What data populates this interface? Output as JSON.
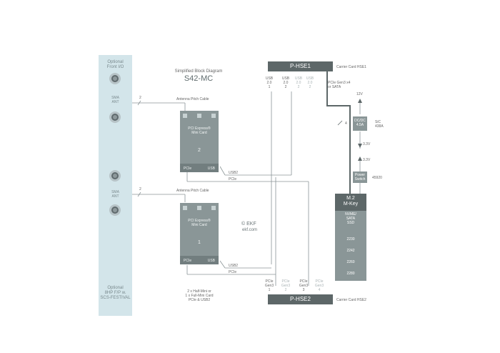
{
  "front_io": {
    "top_label": "Optional\nFront I/O",
    "sma_top": "SMA\nANT",
    "sma_bottom": "SMA\nANT",
    "bottom_label": "Optional\n8HP F/P w.\nSCS-FESTIVAL"
  },
  "title": {
    "subtitle": "Simplified Block Diagram",
    "name": "S42-MC"
  },
  "card_top": {
    "label": "PCI Express®\nMini Card",
    "number": "2",
    "left_port": "PCIe",
    "right_port": "USB"
  },
  "card_bottom": {
    "label": "PCI Express®\nMini Card",
    "number": "1",
    "left_port": "PCIe",
    "right_port": "USB"
  },
  "antenna": {
    "count_top": "2",
    "cable_top": "Antenna Pitch Cable",
    "count_bottom": "2",
    "cable_bottom": "Antenna Pitch Cable"
  },
  "signals": {
    "usb2_top": "USB2",
    "pcie_top": "PCIe",
    "usb2_bottom": "USB2",
    "pcie_bottom": "PCIe"
  },
  "phse1": {
    "label": "P-HSE1",
    "caption": "Carrier Card HSE1",
    "ports": [
      "USB\n2.0\n1",
      "USB\n2.0\n2",
      "USB\n2.0\n2",
      "USB\n2.0\n2"
    ],
    "pcie_note": "PCIe Gen3 x4\nor SATA"
  },
  "phse2": {
    "label": "P-HSE2",
    "caption": "Carrier Card HSE2",
    "ports": [
      "PCIe\nGen3\n1",
      "PCIe\nGen3\n2",
      "PCIe\nGen3\n3",
      "PCIe\nGen3\n4"
    ]
  },
  "logo": {
    "mark": "© EKF",
    "url": "ekf.com"
  },
  "note": "2 x Half-Mini or\n1 x Full-Mini Card\nPCIe & USB2",
  "power": {
    "v12": "12V",
    "dcdc": "DC/DC\n4.5A",
    "dcdc_part": "SiC\n438A",
    "v33a": "3.3V",
    "v33b": "3.3V",
    "switch": "Power\nSwitch",
    "switch_part": "45920",
    "bus_width": "4"
  },
  "m2": {
    "title": "M.2\nM-Key",
    "desc": "NVME/\nSATA\nSSD",
    "sizes": [
      "2230",
      "2242",
      "2260",
      "2280"
    ]
  }
}
